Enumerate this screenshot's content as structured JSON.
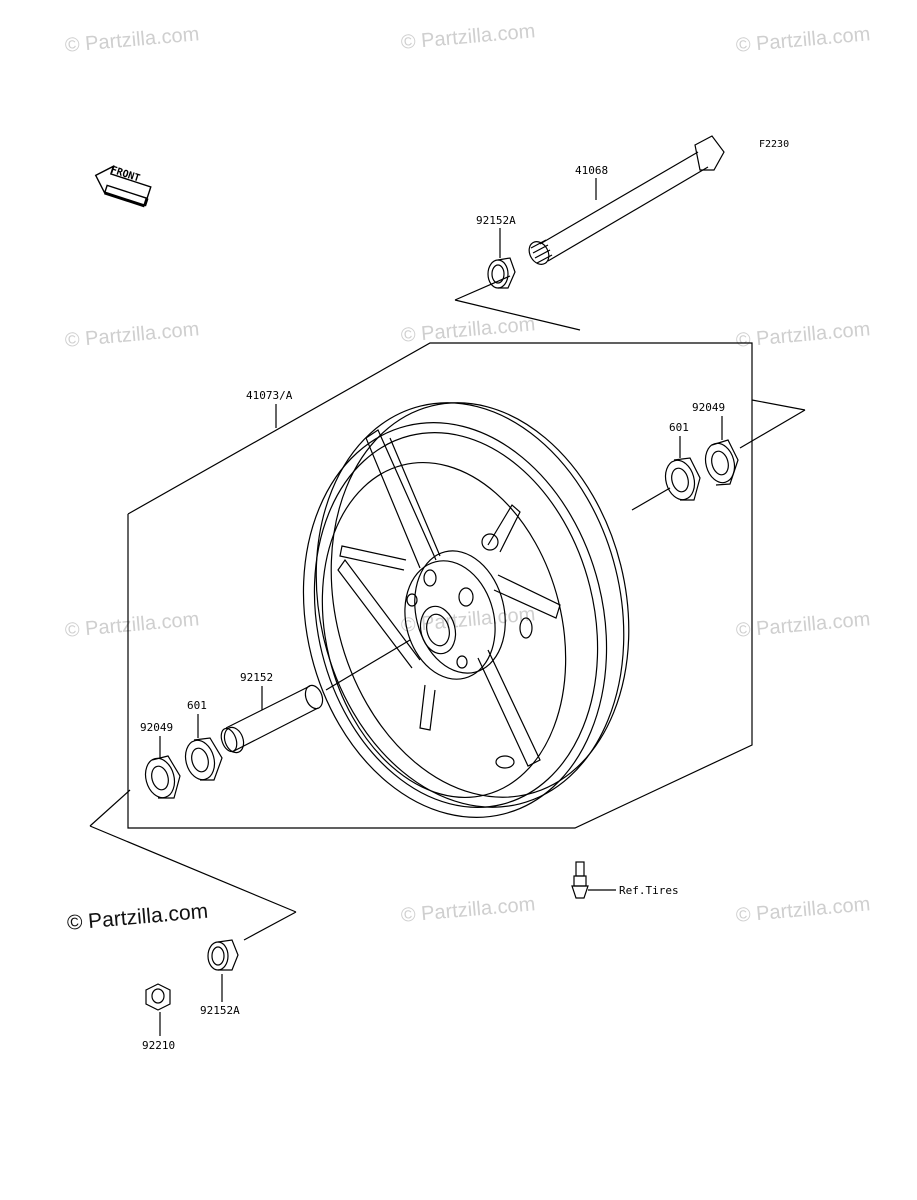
{
  "diagram": {
    "code": "F2230",
    "front_label": "FRONT",
    "ref_note": "Ref.Tires",
    "watermark": "© Partzilla.com"
  },
  "parts": {
    "axle": "41068",
    "collar_top": "92152A",
    "wheel": "41073/A",
    "seal_right": "92049",
    "bearing_right": "601",
    "spacer": "92152",
    "bearing_left": "601",
    "seal_left": "92049",
    "collar_bottom": "92152A",
    "nut": "92210"
  }
}
